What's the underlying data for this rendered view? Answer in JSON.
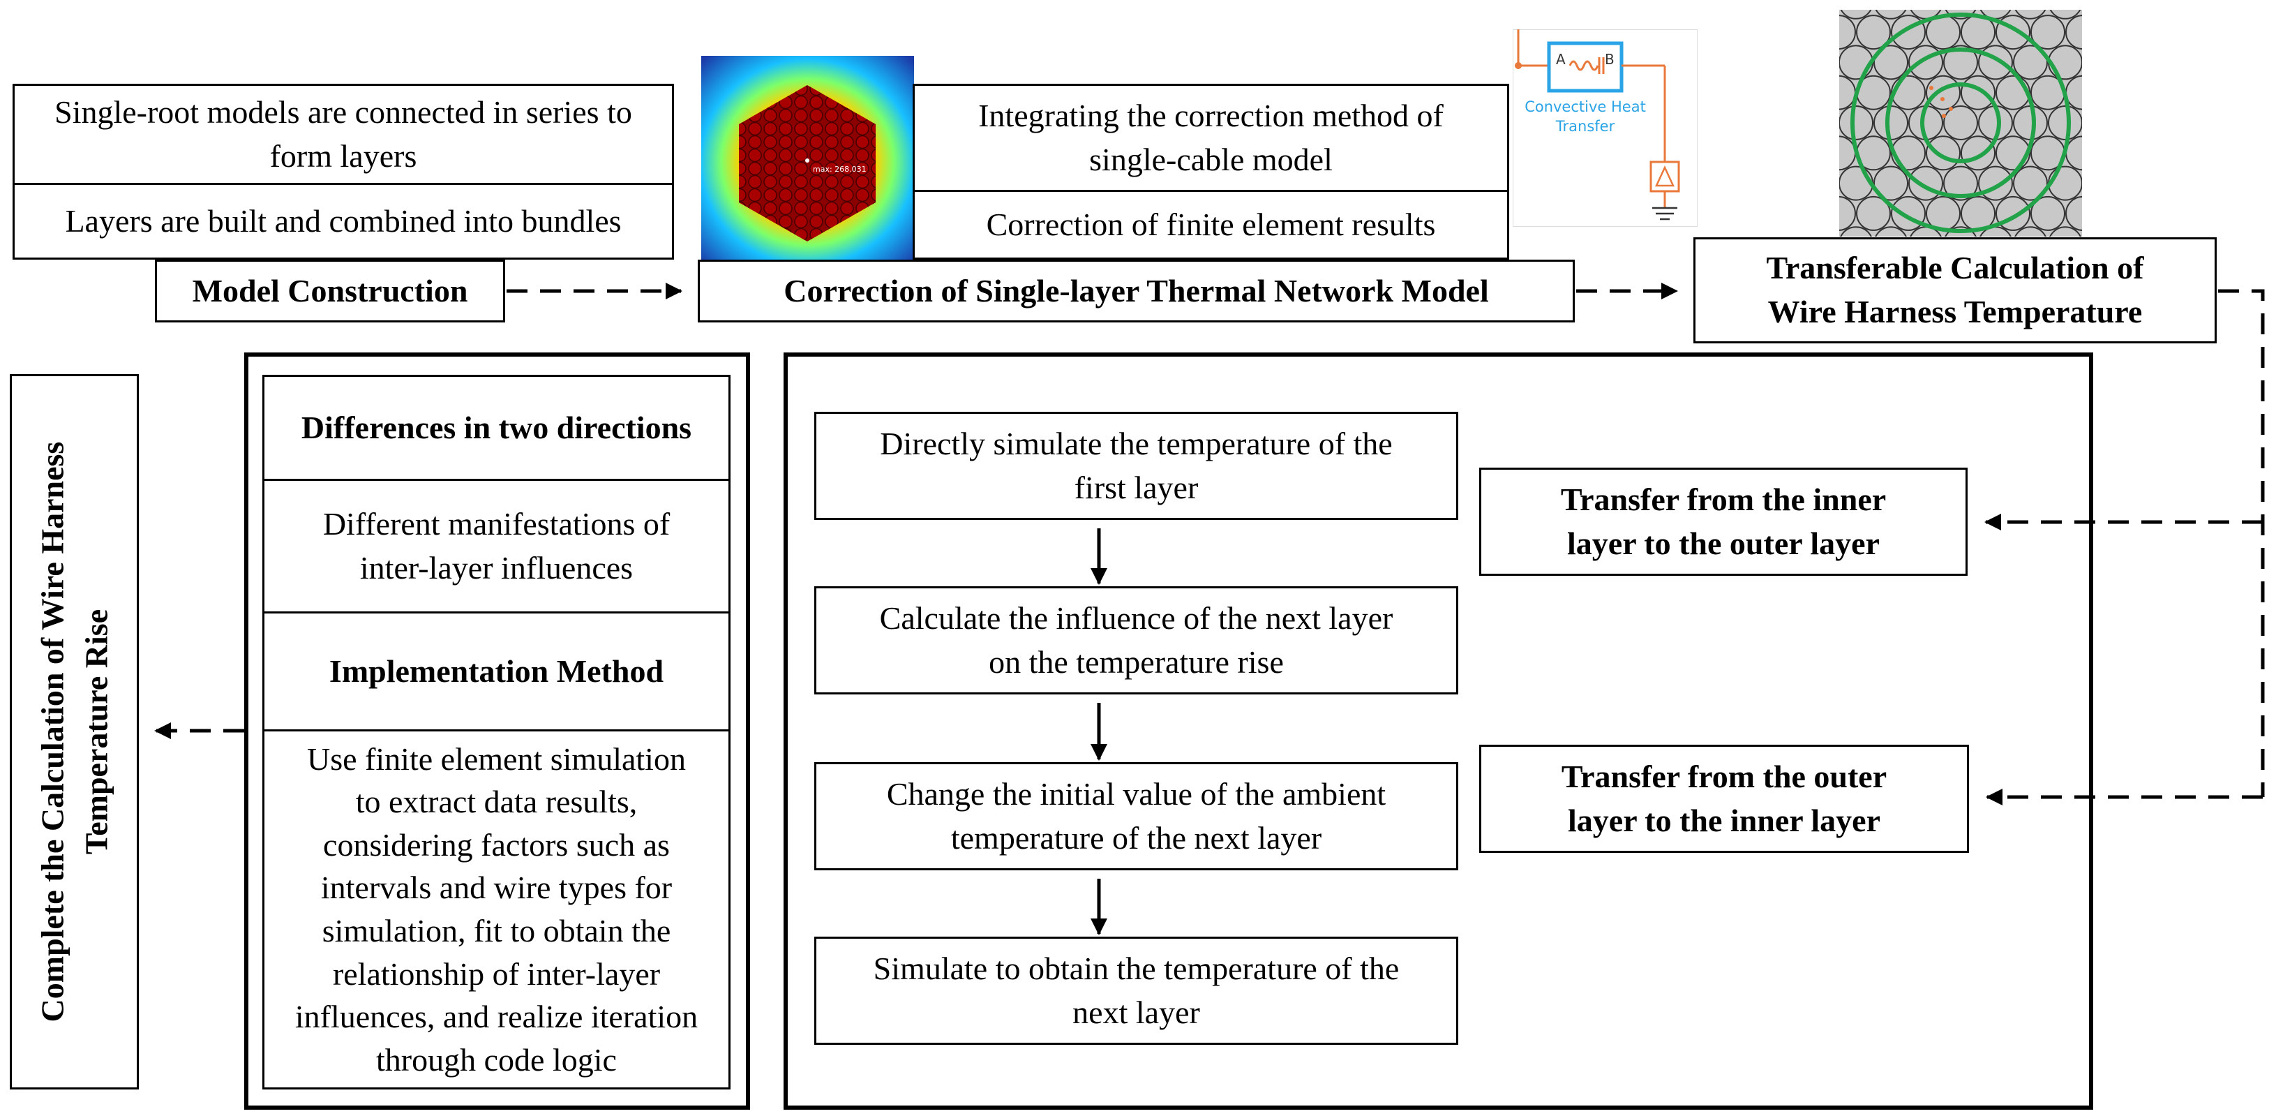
{
  "top": {
    "series_box_1": "Single-root models are connected in series to",
    "series_box_2": "form layers",
    "bundles_box": "Layers are built and combined into bundles",
    "model_construction": "Model Construction",
    "integrating_1": "Integrating the correction method of",
    "integrating_2": "single-cable model",
    "correction_fe": "Correction of finite element results",
    "correction_title": "Correction of Single-layer Thermal Network Model",
    "transferable_1": "Transferable Calculation of",
    "transferable_2": "Wire Harness Temperature"
  },
  "images": {
    "heatmap_label": "max: 268.031",
    "convective_label_1": "Convective Heat",
    "convective_label_2": "Transfer",
    "port_a": "A",
    "port_b": "B"
  },
  "left": {
    "complete_1": "Complete the Calculation of Wire Harness",
    "complete_2": "Temperature Rise"
  },
  "middle": {
    "differences": "Differences in two directions",
    "manifest_1": "Different manifestations of",
    "manifest_2": "inter-layer influences",
    "implementation": "Implementation Method",
    "use_fe": [
      "Use finite element simulation",
      "to extract data results,",
      "considering factors such as",
      "intervals and wire types for",
      "simulation, fit to obtain the",
      "relationship of inter-layer",
      "influences, and realize iteration",
      "through code logic"
    ]
  },
  "flow": {
    "step1": [
      "Directly simulate the temperature of the",
      "first layer"
    ],
    "step2": [
      "Calculate the influence of the next layer",
      "on the temperature rise"
    ],
    "step3": [
      "Change the initial value of the ambient",
      "temperature of the next layer"
    ],
    "step4": [
      "Simulate to obtain the temperature of the",
      "next layer"
    ],
    "inner_outer": [
      "Transfer from the inner",
      "layer to the outer layer"
    ],
    "outer_inner": [
      "Transfer from the outer",
      "layer to the inner layer"
    ]
  },
  "colors": {
    "simulink_blue": "#2aa4e6",
    "simulink_orange": "#e8793a",
    "cable_green": "#22a34a",
    "cable_gray": "#c8c8c8",
    "heat_dark_red": "#8c0000",
    "heat_blue": "#1b3ba8"
  }
}
